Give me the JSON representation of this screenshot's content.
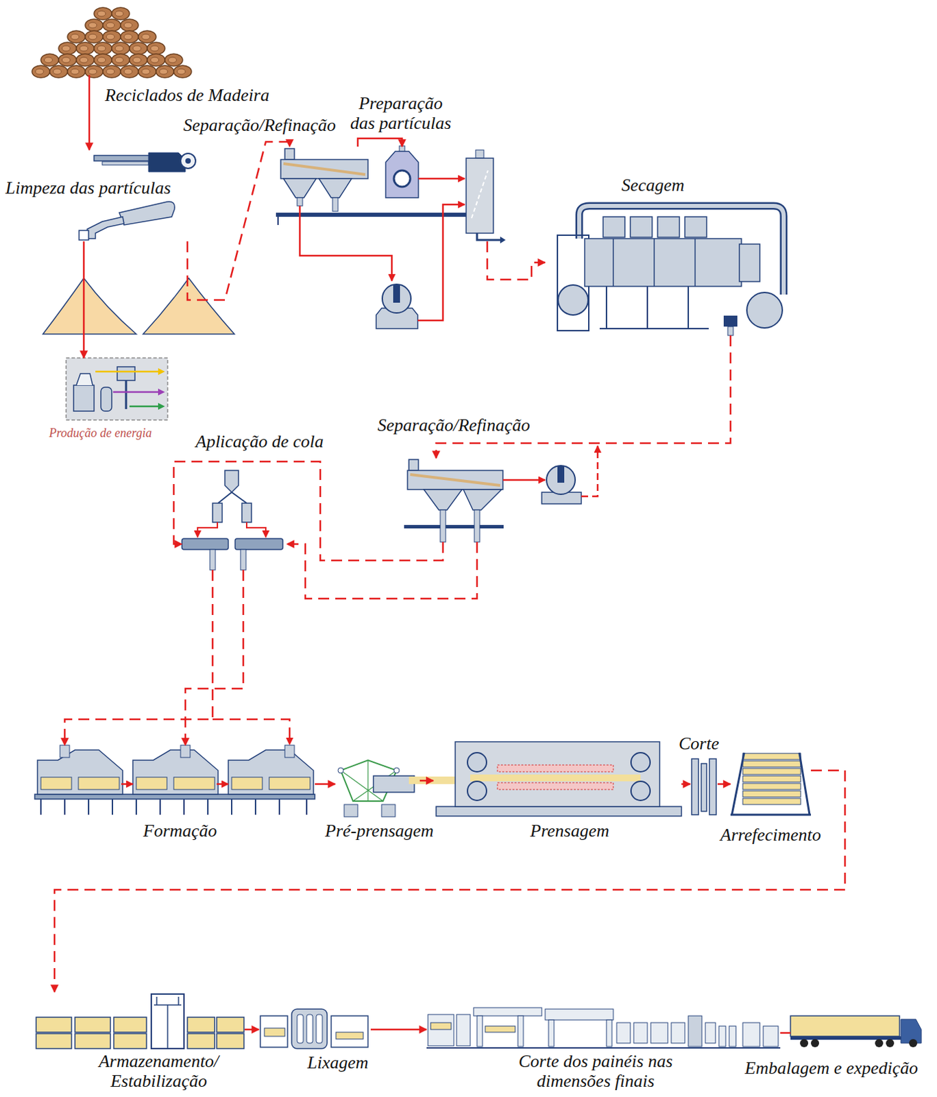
{
  "diagram": {
    "nodes": [
      {
        "text": [
          "Reciclados de Madeira"
        ]
      },
      {
        "text": [
          "Limpeza das partículas"
        ]
      },
      {
        "text": [
          "Separação/Refinação"
        ]
      },
      {
        "text": [
          "Preparação das partículas"
        ]
      },
      {
        "text": [
          "Secagem"
        ]
      },
      {
        "text": [
          "Produção de energia"
        ]
      },
      {
        "text": [
          "Aplicação de cola"
        ]
      },
      {
        "text": [
          "Separação/Refinação"
        ]
      },
      {
        "text": [
          "Formação"
        ]
      },
      {
        "text": [
          "Pré-prensagem"
        ]
      },
      {
        "text": [
          "Prensagem"
        ]
      },
      {
        "text": [
          "Corte"
        ]
      },
      {
        "text": [
          "Arrefecimento"
        ]
      },
      {
        "text": [
          "Armazenamento/ Estabilização"
        ]
      },
      {
        "text": [
          "Lixagem"
        ]
      },
      {
        "text": [
          "Corte dos painéis nas dimensões finais"
        ]
      },
      {
        "text": [
          "Embalagem e expedição"
        ]
      }
    ],
    "edges": [
      {
        "from": 0,
        "to": 1,
        "arrow": "to"
      },
      {
        "from": 1,
        "to": 5,
        "arrow": "to"
      },
      {
        "from": 1,
        "to": 2,
        "arrow": "to"
      },
      {
        "from": 2,
        "to": 3,
        "arrow": "to"
      },
      {
        "from": 3,
        "to": 4,
        "arrow": "to"
      },
      {
        "from": 4,
        "to": 7,
        "arrow": "to"
      },
      {
        "from": 7,
        "to": 6,
        "arrow": "to"
      },
      {
        "from": 7,
        "to": 6,
        "arrow": "to"
      },
      {
        "from": 6,
        "to": 8,
        "arrow": "to"
      },
      {
        "from": 6,
        "to": 8,
        "arrow": "to"
      },
      {
        "from": 8,
        "to": 9,
        "arrow": "to"
      },
      {
        "from": 9,
        "to": 10,
        "arrow": "to"
      },
      {
        "from": 10,
        "to": 11,
        "arrow": "to"
      },
      {
        "from": 11,
        "to": 12,
        "arrow": "to"
      },
      {
        "from": 12,
        "to": 13,
        "arrow": "to"
      },
      {
        "from": 13,
        "to": 14,
        "arrow": "to"
      },
      {
        "from": 14,
        "to": 15,
        "arrow": "to"
      },
      {
        "from": 15,
        "to": 16,
        "arrow": "none"
      }
    ]
  }
}
